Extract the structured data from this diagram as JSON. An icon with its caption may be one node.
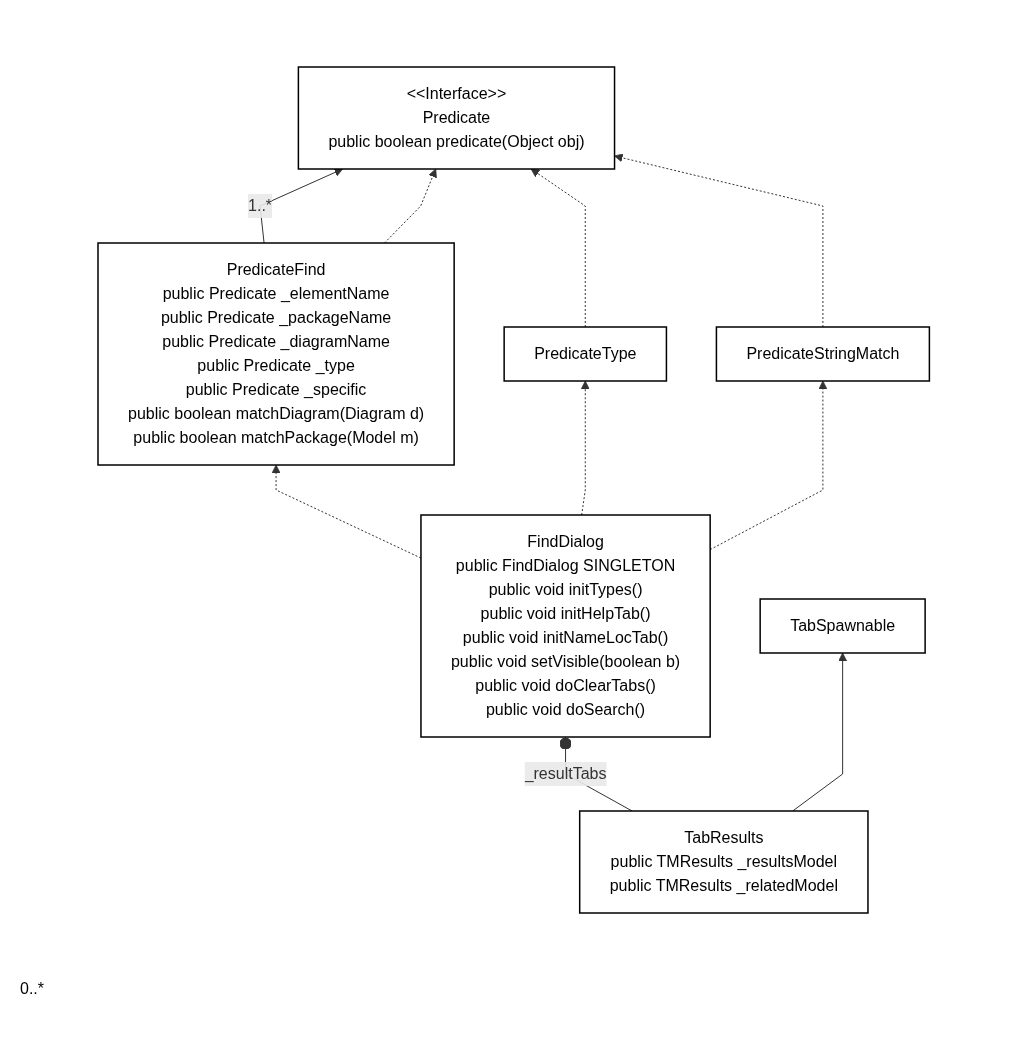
{
  "diagram": {
    "nodes": [
      {
        "text": [
          "<<Interface>>",
          "Predicate",
          "public boolean predicate(Object obj)"
        ]
      },
      {
        "text": [
          "PredicateType"
        ]
      },
      {
        "text": [
          "PredicateStringMatch"
        ]
      },
      {
        "text": [
          "PredicateFind",
          "public Predicate _elementName",
          "public Predicate _packageName",
          "public Predicate _diagramName",
          "public Predicate _type",
          "public Predicate _specific",
          "public boolean matchDiagram(Diagram d)",
          "public boolean matchPackage(Model m)"
        ]
      },
      {
        "text": [
          "FindDialog",
          "public FindDialog SINGLETON",
          "public void initTypes()",
          "public void initHelpTab()",
          "public void initNameLocTab()",
          "public void setVisible(boolean b)",
          "public void doClearTabs()",
          "public void doSearch()"
        ]
      },
      {
        "text": [
          "TabSpawnable"
        ]
      },
      {
        "text": [
          "TabResults",
          "public TMResults _resultsModel",
          "public TMResults _relatedModel"
        ]
      }
    ],
    "edges": [
      {
        "from": 3,
        "to": 0,
        "arrow": "to",
        "label": "1..*"
      },
      {
        "from": 3,
        "to": 0,
        "arrow": "to",
        "style": "dashed"
      },
      {
        "from": 1,
        "to": 0,
        "arrow": "to",
        "style": "dashed"
      },
      {
        "from": 2,
        "to": 0,
        "arrow": "to",
        "style": "dashed"
      },
      {
        "from": 4,
        "to": 3,
        "arrow": "to",
        "style": "dashed"
      },
      {
        "from": 4,
        "to": 1,
        "arrow": "to",
        "style": "dashed"
      },
      {
        "from": 4,
        "to": 2,
        "arrow": "to",
        "style": "dashed"
      },
      {
        "from": 6,
        "to": 5,
        "arrow": "to"
      },
      {
        "from": 4,
        "to": 6,
        "arrow": "other",
        "label": "_resultTabs"
      }
    ],
    "labels": [
      "0..*"
    ]
  }
}
